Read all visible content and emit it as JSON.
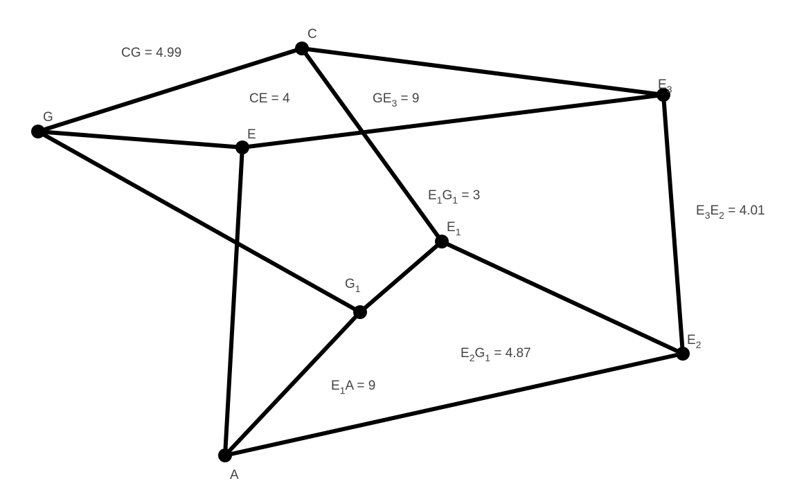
{
  "graph": {
    "vertices": [
      {
        "id": "C",
        "label": [
          {
            "t": "C"
          }
        ]
      },
      {
        "id": "G",
        "label": [
          {
            "t": "G"
          }
        ]
      },
      {
        "id": "E",
        "label": [
          {
            "t": "E"
          }
        ]
      },
      {
        "id": "E3",
        "label": [
          {
            "t": "E"
          },
          {
            "s": "3"
          }
        ]
      },
      {
        "id": "E1",
        "label": [
          {
            "t": "E"
          },
          {
            "s": "1"
          }
        ]
      },
      {
        "id": "G1",
        "label": [
          {
            "t": "G"
          },
          {
            "s": "1"
          }
        ]
      },
      {
        "id": "E2",
        "label": [
          {
            "t": "E"
          },
          {
            "s": "2"
          }
        ]
      },
      {
        "id": "A",
        "label": [
          {
            "t": "A"
          }
        ]
      }
    ],
    "edges": [
      [
        "C",
        "G"
      ],
      [
        "C",
        "E3"
      ],
      [
        "C",
        "E1"
      ],
      [
        "G",
        "E"
      ],
      [
        "G",
        "G1"
      ],
      [
        "E",
        "E3"
      ],
      [
        "E",
        "A"
      ],
      [
        "E1",
        "G1"
      ],
      [
        "E1",
        "E2"
      ],
      [
        "G1",
        "A"
      ],
      [
        "A",
        "E2"
      ],
      [
        "E3",
        "E2"
      ]
    ],
    "edge_labels": [
      {
        "id": "CG",
        "parts": [
          {
            "t": "CG = 4.99"
          }
        ]
      },
      {
        "id": "CE",
        "parts": [
          {
            "t": "CE = 4"
          }
        ]
      },
      {
        "id": "GE3",
        "parts": [
          {
            "t": "GE"
          },
          {
            "s": "3"
          },
          {
            "t": " = 9"
          }
        ]
      },
      {
        "id": "E1G1",
        "parts": [
          {
            "t": "E"
          },
          {
            "s": "1"
          },
          {
            "t": "G"
          },
          {
            "s": "1"
          },
          {
            "t": " = 3"
          }
        ]
      },
      {
        "id": "E3E2",
        "parts": [
          {
            "t": "E"
          },
          {
            "s": "3"
          },
          {
            "t": "E"
          },
          {
            "s": "2"
          },
          {
            "t": " = 4.01"
          }
        ]
      },
      {
        "id": "E2G1",
        "parts": [
          {
            "t": "E"
          },
          {
            "s": "2"
          },
          {
            "t": "G"
          },
          {
            "s": "1"
          },
          {
            "t": " = 4.87"
          }
        ]
      },
      {
        "id": "E1A",
        "parts": [
          {
            "t": "E"
          },
          {
            "s": "1"
          },
          {
            "t": "A = 9"
          }
        ]
      }
    ]
  }
}
